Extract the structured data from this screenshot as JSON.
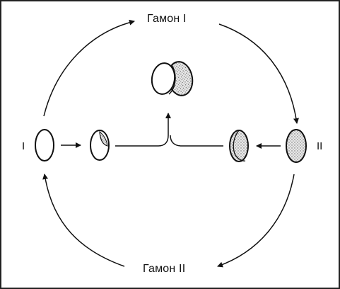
{
  "diagram": {
    "labels": {
      "gamone_top": "Гамон I",
      "gamone_bottom": "Гамон II",
      "cell_left": "I",
      "cell_right": "II"
    },
    "colors": {
      "line": "#111111",
      "shade": "#cfcfcf",
      "frame": "#222222",
      "paper": "#ffffff"
    },
    "icons": [
      "arrow-icon",
      "cell-icon",
      "shaded-cell-icon",
      "conjugant-pair-icon"
    ]
  }
}
